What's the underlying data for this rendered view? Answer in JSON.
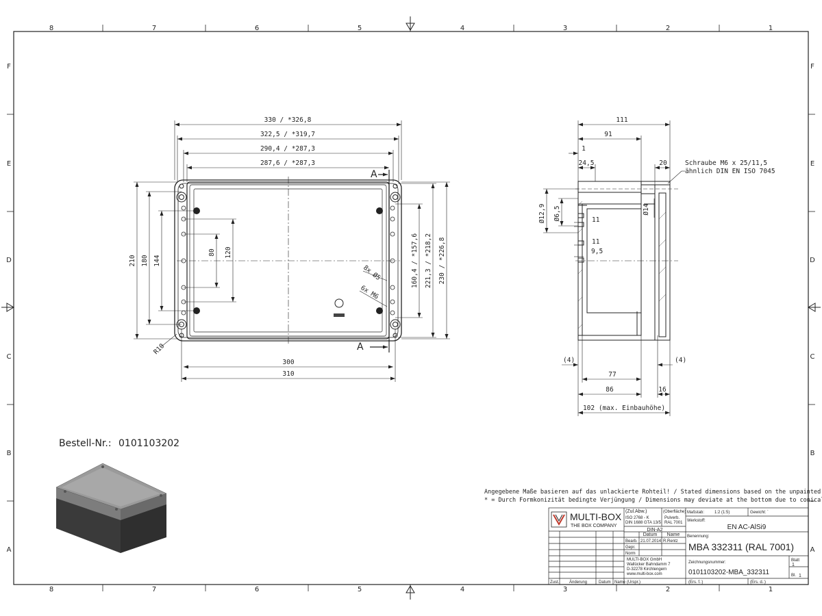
{
  "grid": {
    "columns": [
      "8",
      "7",
      "6",
      "5",
      "4",
      "3",
      "2",
      "1"
    ],
    "rows": [
      "F",
      "E",
      "D",
      "C",
      "B",
      "A"
    ]
  },
  "front_view": {
    "dims_top": [
      "330 / *326,8",
      "322,5 / *319,7",
      "290,4 / *287,3",
      "287,6 / *287,3"
    ],
    "dims_bottom": [
      "300",
      "310"
    ],
    "dims_left": [
      "210",
      "180",
      "144",
      "80",
      "120"
    ],
    "dims_right": [
      "160,4 / *157,6",
      "221,3 / *218,2",
      "230 / *226,8"
    ],
    "holes": [
      "8x Ø5",
      "6x M6"
    ],
    "radius": "R10",
    "section": "A"
  },
  "side_view": {
    "dims_top": [
      "111",
      "91",
      "1",
      "24,5",
      "20"
    ],
    "dims_left": [
      "Ø12,9",
      "Ø6,5",
      "11",
      "11",
      "9,5"
    ],
    "dia14": "Ø14",
    "screw": [
      "Schraube M6 x 25/11,5",
      "ähnlich DIN EN ISO 7045"
    ],
    "dims_bottom": [
      "(4)",
      "(4)",
      "77",
      "86",
      "16",
      "102 (max. Einbauhöhe)"
    ]
  },
  "order": {
    "label": "Bestell-Nr.:",
    "number": "0101103202"
  },
  "notes": [
    "Angegebene Maße basieren auf das unlackierte Rohteil! / Stated dimensions based on the unpainted enclosure!",
    "* = Durch Formkonizität bedingte Verjüngung / Dimensions may deviate at the bottom due to conical form (mold deforming)"
  ],
  "title_block": {
    "brand": "MULTI-BOX",
    "tagline": "THE BOX COMPANY",
    "zul_abw": "(Zul.Abw.)",
    "iso": "ISO 2768 - K",
    "din": "DIN 1688 GTA 13/5",
    "oberflaeche": "(Oberfläche)",
    "pulverb": "Pulverb.",
    "ral": "RAL 7001",
    "din_a2": "DIN-A2",
    "datum": "Datum",
    "name": "Name",
    "bearb": "Bearb.",
    "bearb_date": "21.07.2014",
    "bearb_name": "R.Rentz",
    "gepr": "Gepr.",
    "norm": "Norm",
    "massstab_label": "Maßstab:",
    "massstab": "1:2 (1:5)",
    "gewicht": "Gewicht: ´",
    "werkstoff_label": "Werkstoff:",
    "werkstoff": "EN AC-AlSi9",
    "benennung_label": "Benennung:",
    "benennung": "MBA 332311 (RAL 7001)",
    "company": [
      "MULTI-BOX GmbH",
      "Wallücker Bahndamm 7",
      "D-32278 Kirchlengern",
      "www.multi-box.com"
    ],
    "zeichnungsnummer_label": "Zeichnungsnummer:",
    "zeichnungsnummer": "0101103202-MBA_332311",
    "blatt_label": "Blatt",
    "blatt": "1",
    "bl_label": "Bl.",
    "bl": "1",
    "zust": "Zust.",
    "aenderung": "Änderung",
    "datum2": "Datum",
    "name2": "Name",
    "ursp": "(Urspr.)",
    "ers_f": "(Ers. f.:)",
    "ers_d": "(Ers. d.:)"
  },
  "colors": {
    "line": "#222222",
    "box_dark": "#3c3c3c",
    "box_lid": "#8a8a8a",
    "logo_red": "#c0392b"
  }
}
